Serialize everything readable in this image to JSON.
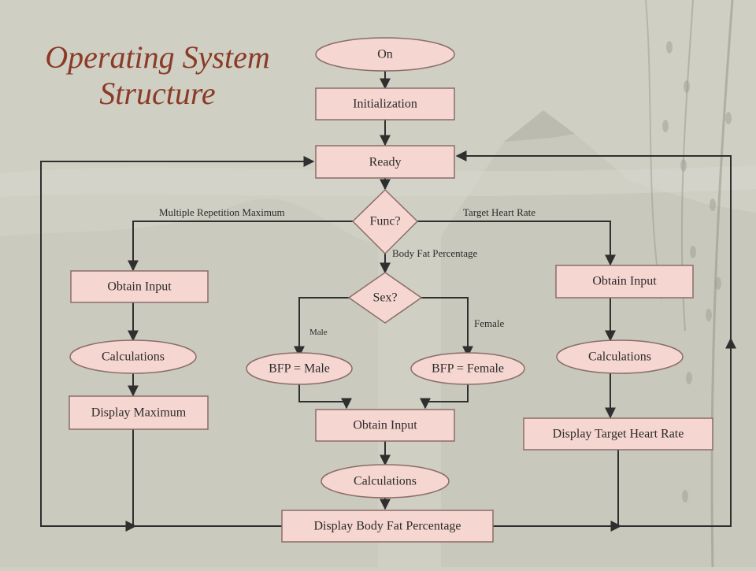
{
  "title": {
    "line1": "Operating System",
    "line2": "Structure"
  },
  "colors": {
    "node_fill": "#f6d6d0",
    "node_stroke": "#8a6d68",
    "edge": "#2f2f2f",
    "title": "#8b3a26"
  },
  "nodes": {
    "on": "On",
    "init": "Initialization",
    "ready": "Ready",
    "func": "Func?",
    "sex": "Sex?",
    "obtain_left": "Obtain Input",
    "calc_left": "Calculations",
    "display_max": "Display Maximum",
    "bfp_male": "BFP = Male",
    "bfp_female": "BFP = Female",
    "obtain_center": "Obtain Input",
    "calc_center": "Calculations",
    "display_bfp": "Display Body Fat Percentage",
    "obtain_right": "Obtain Input",
    "calc_right": "Calculations",
    "display_thr": "Display Target Heart Rate"
  },
  "edge_labels": {
    "mrm": "Multiple Repetition Maximum",
    "thr": "Target Heart Rate",
    "bfp": "Body Fat Percentage",
    "male": "Male",
    "female": "Female"
  }
}
